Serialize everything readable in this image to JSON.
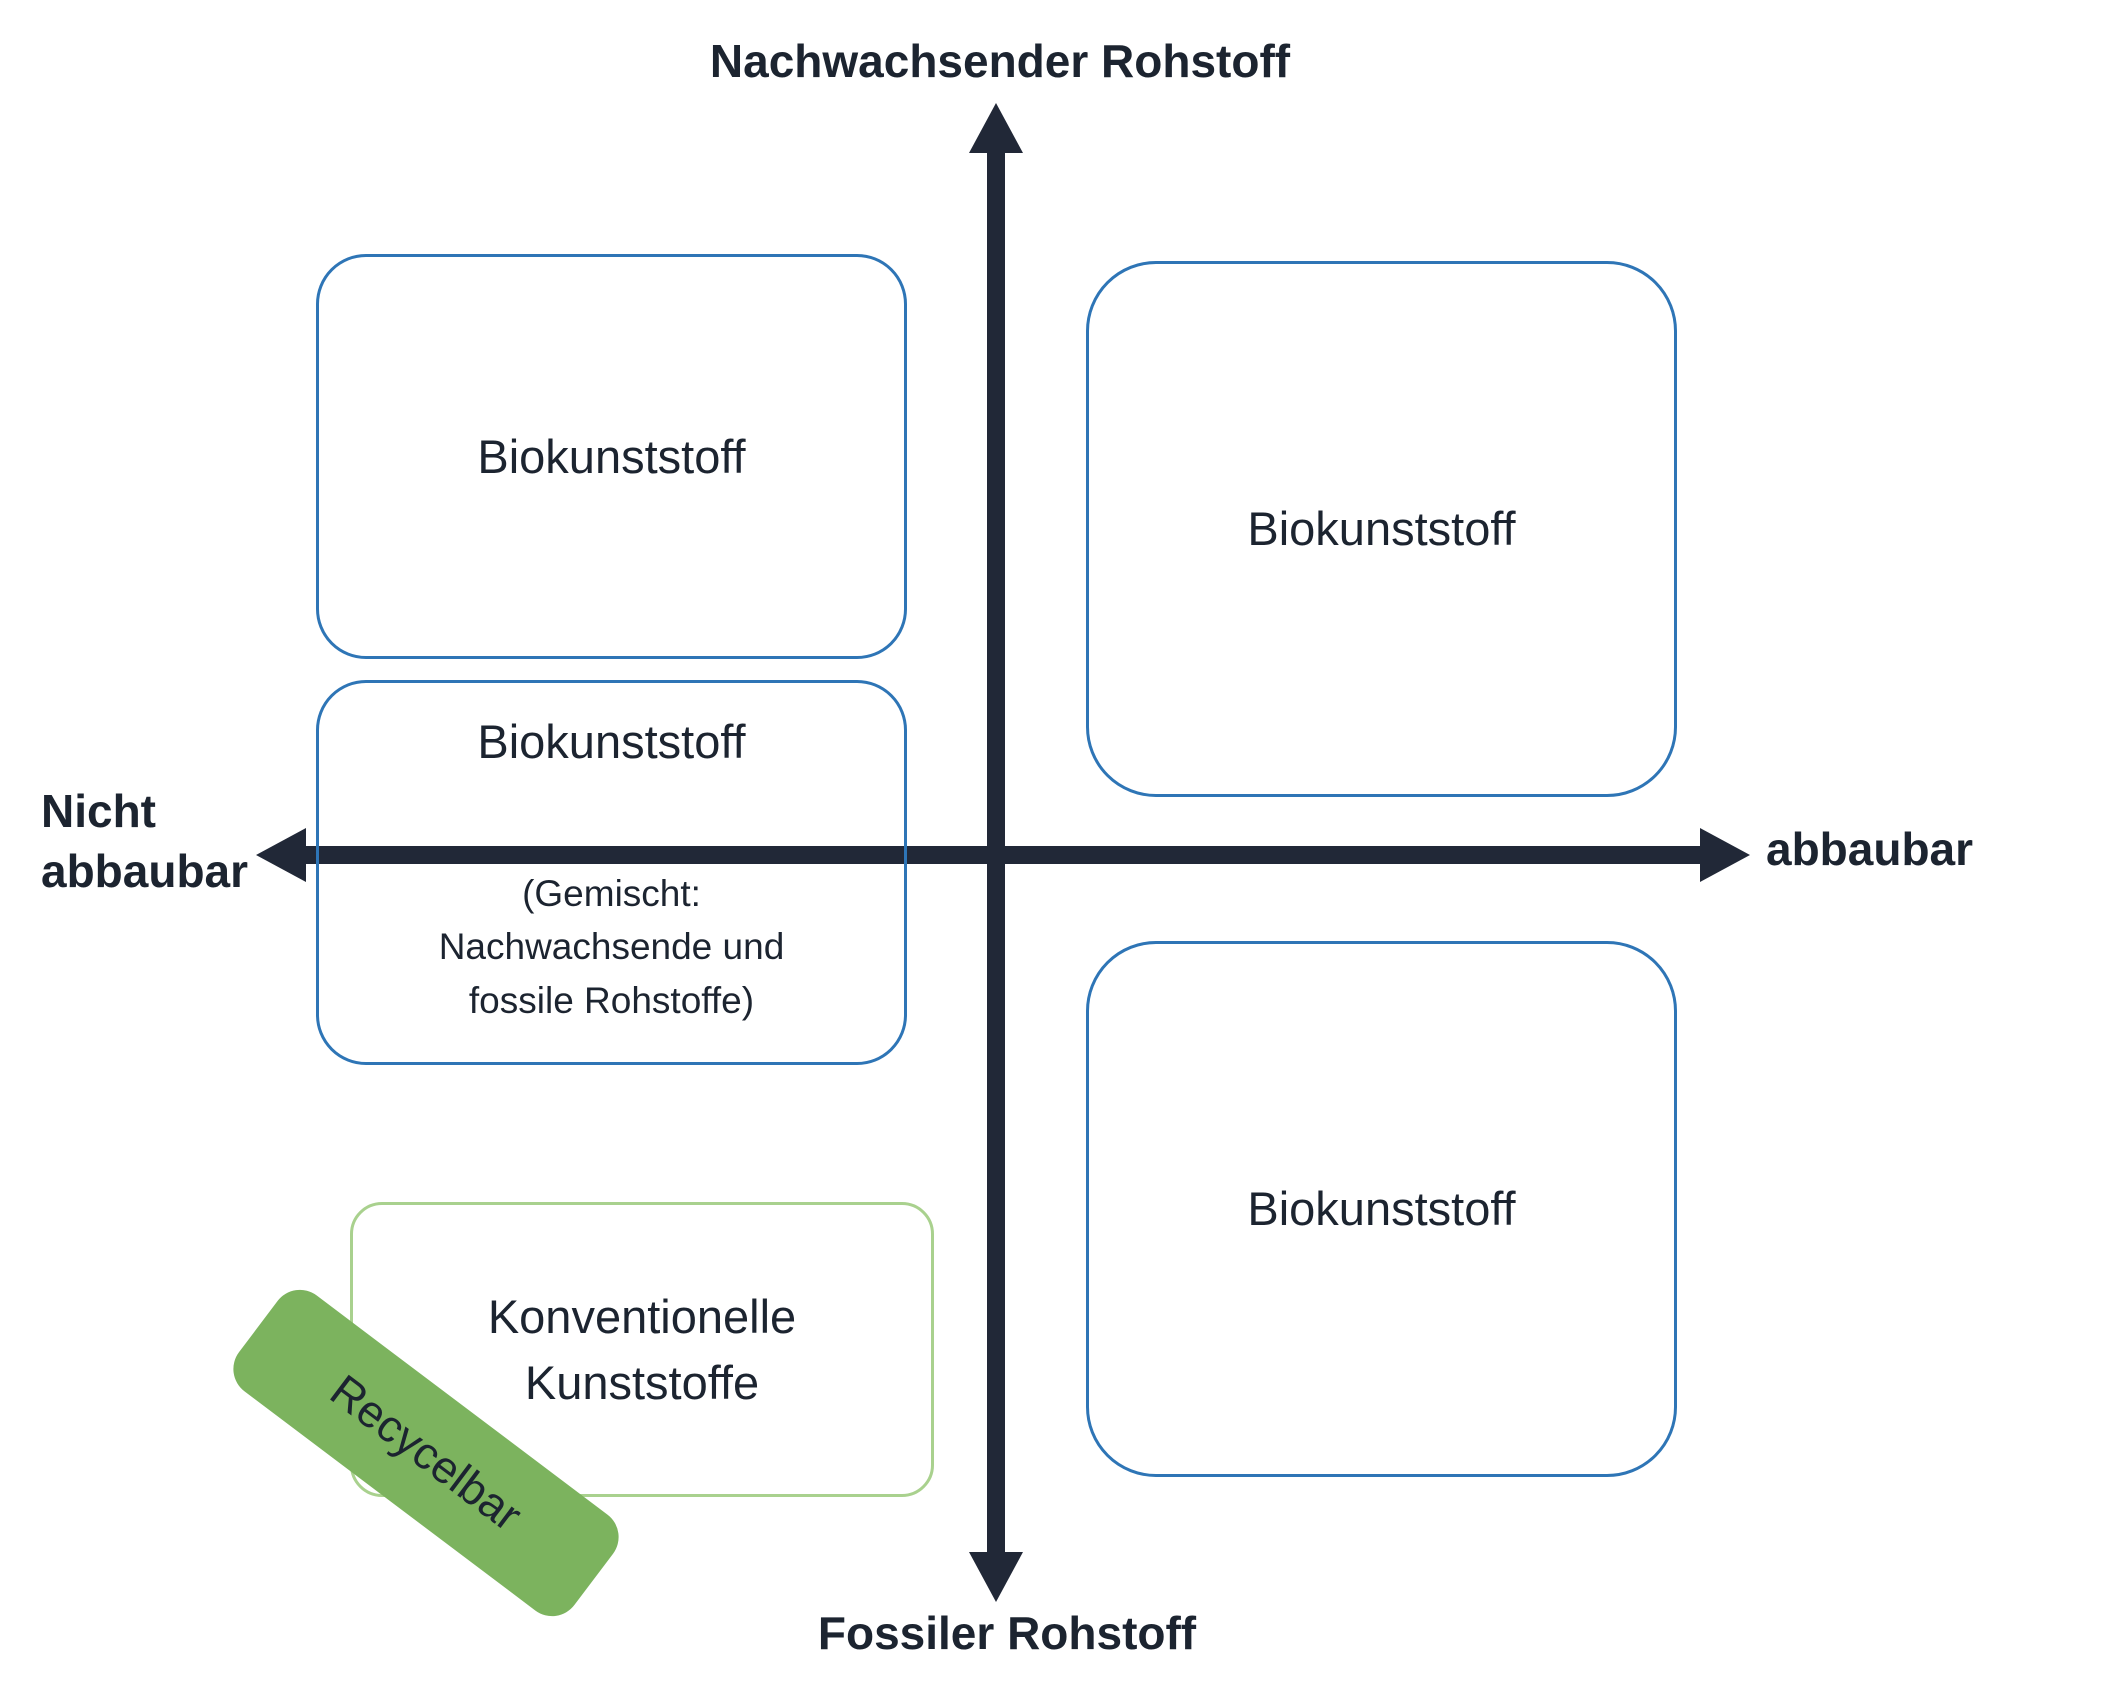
{
  "colors": {
    "axis": "#212837",
    "box_blue_border": "#2e75b6",
    "box_green_border": "#a9d18e",
    "badge_green": "#7cb35e",
    "text": "#1c2430",
    "background": "#ffffff"
  },
  "axes": {
    "top_label": "Nachwachsender Rohstoff",
    "bottom_label": "Fossiler Rohstoff",
    "left_label": "Nicht\nabbaubar",
    "right_label": "abbaubar"
  },
  "quadrants": {
    "top_left": {
      "label": "Biokunststoff"
    },
    "mixed": {
      "title": "Biokunststoff",
      "subtitle": "(Gemischt:\nNachwachsende und\nfossile Rohstoffe)"
    },
    "top_right": {
      "label": "Biokunststoff"
    },
    "bottom_right": {
      "label": "Biokunststoff"
    },
    "bottom_left": {
      "label": "Konventionelle\nKunststoffe"
    },
    "badge": {
      "label": "Recycelbar"
    }
  }
}
